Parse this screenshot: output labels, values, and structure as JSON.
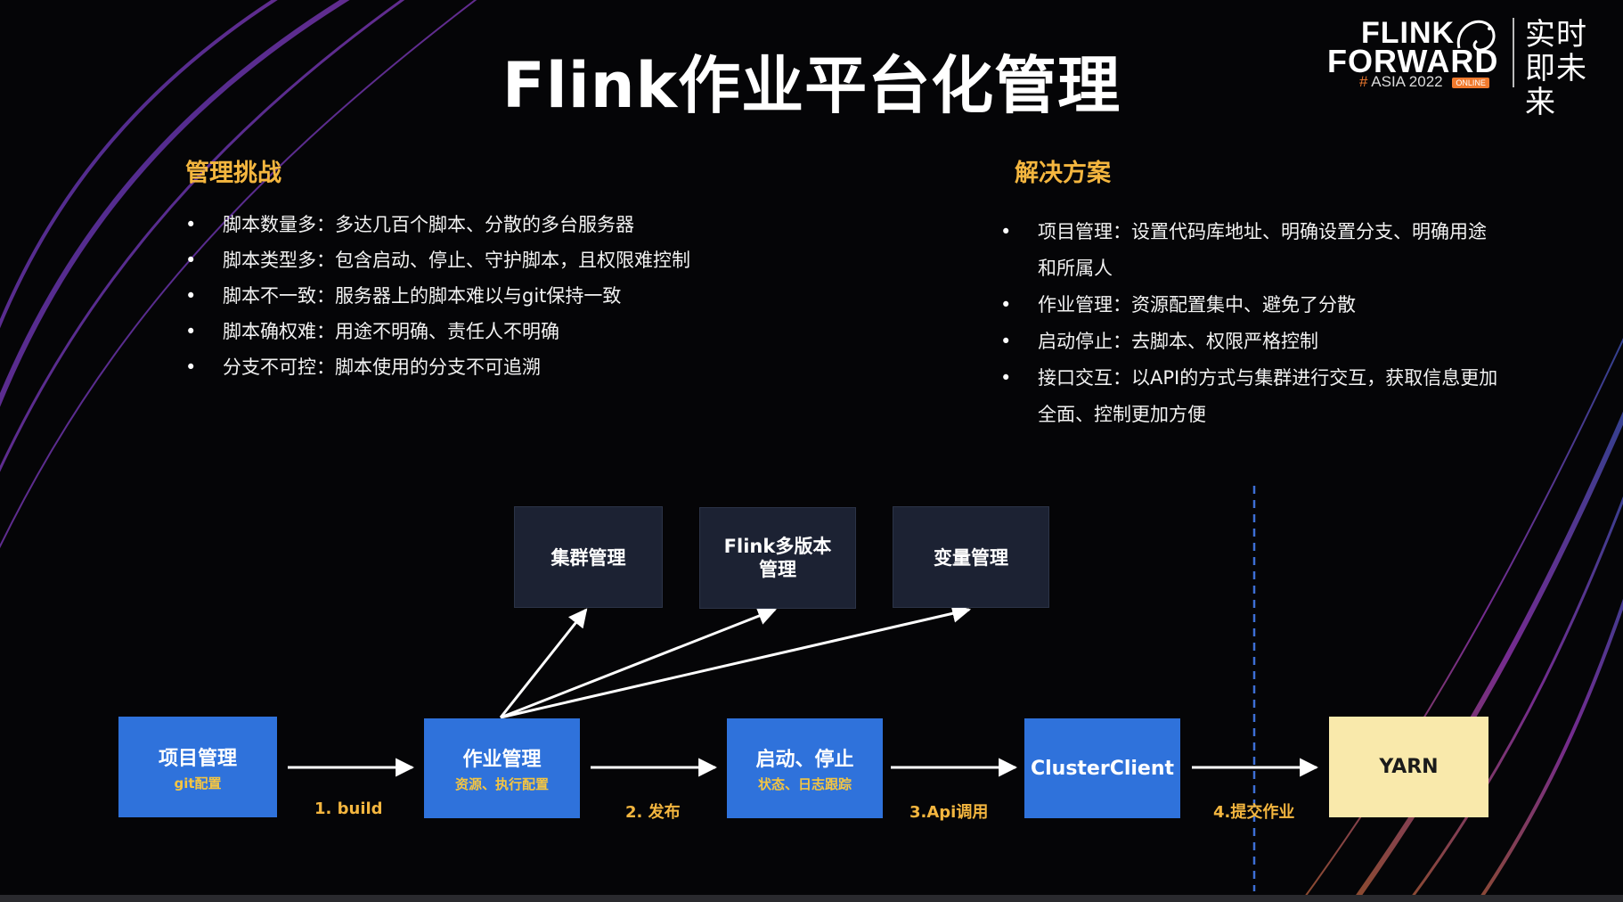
{
  "title": "Flink作业平台化管理",
  "logo": {
    "line1": "FLINK",
    "line2": "FORWARD",
    "hash": "#",
    "event": "ASIA 2022",
    "badge": "ONLINE",
    "slogan": "实时即未来"
  },
  "challenges": {
    "heading": "管理挑战",
    "items": [
      "脚本数量多：多达几百个脚本、分散的多台服务器",
      "脚本类型多：包含启动、停止、守护脚本，且权限难控制",
      "脚本不一致：服务器上的脚本难以与git保持一致",
      "脚本确权难：用途不明确、责任人不明确",
      "分支不可控：脚本使用的分支不可追溯"
    ]
  },
  "solutions": {
    "heading": "解决方案",
    "items": [
      "项目管理：设置代码库地址、明确设置分支、明确用途和所属人",
      "作业管理：资源配置集中、避免了分散",
      "启动停止：去脚本、权限严格控制",
      "接口交互：以API的方式与集群进行交互，获取信息更加全面、控制更加方便"
    ]
  },
  "diagram": {
    "top_boxes": {
      "cluster": "集群管理",
      "flink_version_1": "Flink多版本",
      "flink_version_2": "管理",
      "variable": "变量管理"
    },
    "flow": {
      "project": {
        "main": "项目管理",
        "sub": "git配置"
      },
      "job": {
        "main": "作业管理",
        "sub": "资源、执行配置"
      },
      "start": {
        "main": "启动、停止",
        "sub": "状态、日志跟踪"
      },
      "client": {
        "main": "ClusterClient"
      },
      "yarn": {
        "main": "YARN"
      }
    },
    "steps": {
      "build": "1. build",
      "publish": "2. 发布",
      "api": "3.Api调用",
      "submit": "4.提交作业"
    }
  },
  "colors": {
    "accent_orange": "#f4b63f",
    "box_blue": "#2f72db",
    "box_dark": "#1c2233",
    "box_yellow": "#f9e9ab",
    "dashed_line": "#3d6fd6"
  }
}
